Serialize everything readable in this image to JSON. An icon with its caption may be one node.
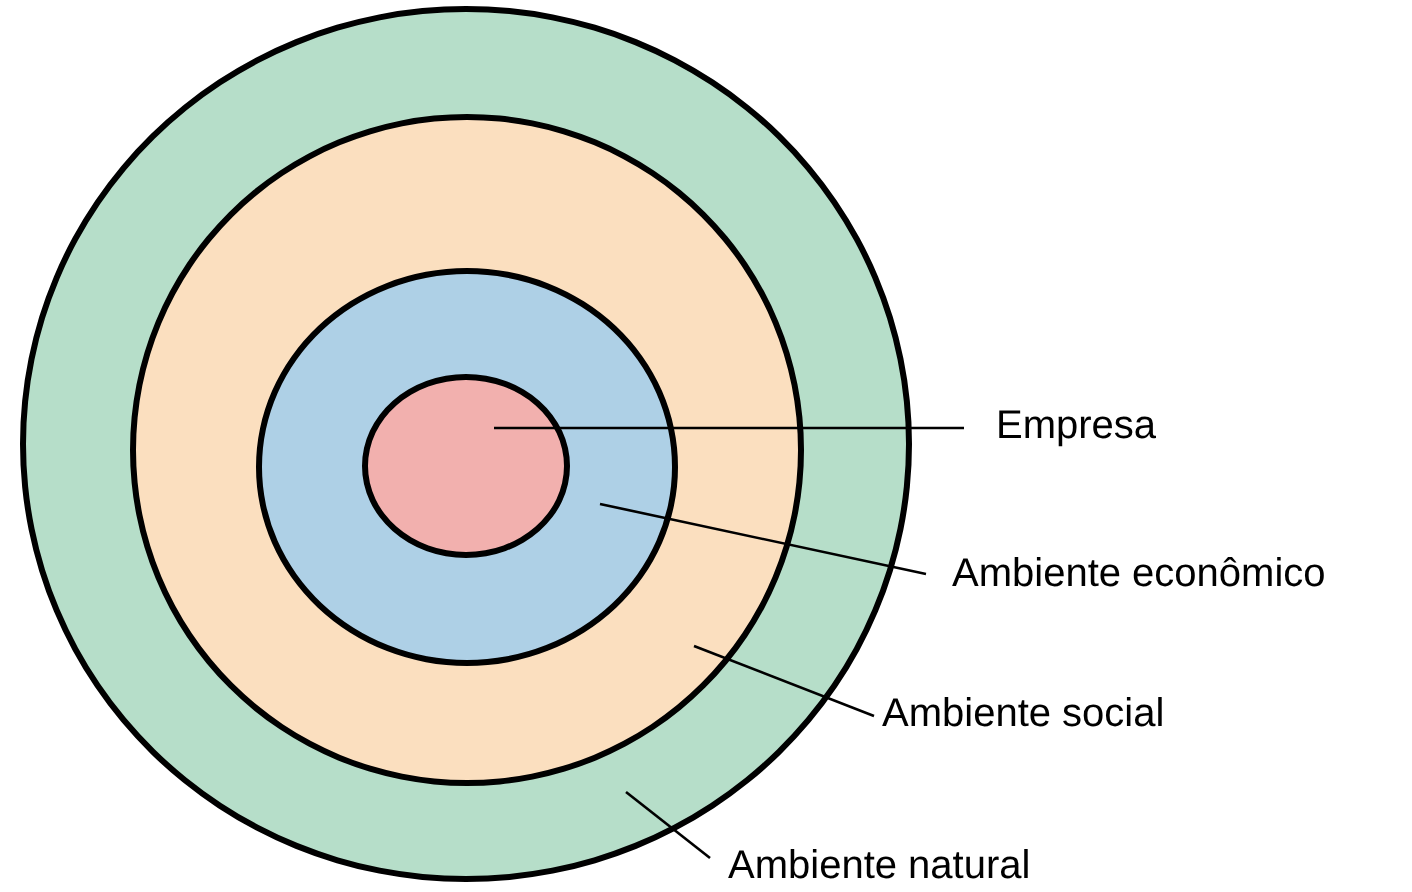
{
  "diagram": {
    "nodes": [
      {
        "text": [],
        "shape": "circle"
      },
      {
        "text": [],
        "shape": "circle",
        "in": 0
      },
      {
        "text": [],
        "shape": "circle",
        "in": 1
      },
      {
        "text": [],
        "shape": "circle",
        "in": 2
      },
      {
        "text": [
          "Empresa"
        ]
      },
      {
        "text": [
          "Ambiente econômico"
        ]
      },
      {
        "text": [
          "Ambiente social"
        ]
      },
      {
        "text": [
          "Ambiente natural"
        ]
      }
    ],
    "edges": [
      {
        "from": 4,
        "to": 3,
        "arrow": "none"
      },
      {
        "from": 5,
        "to": 2,
        "arrow": "none"
      },
      {
        "from": 6,
        "to": 1,
        "arrow": "none"
      },
      {
        "from": 7,
        "to": 0,
        "arrow": "none"
      }
    ]
  }
}
